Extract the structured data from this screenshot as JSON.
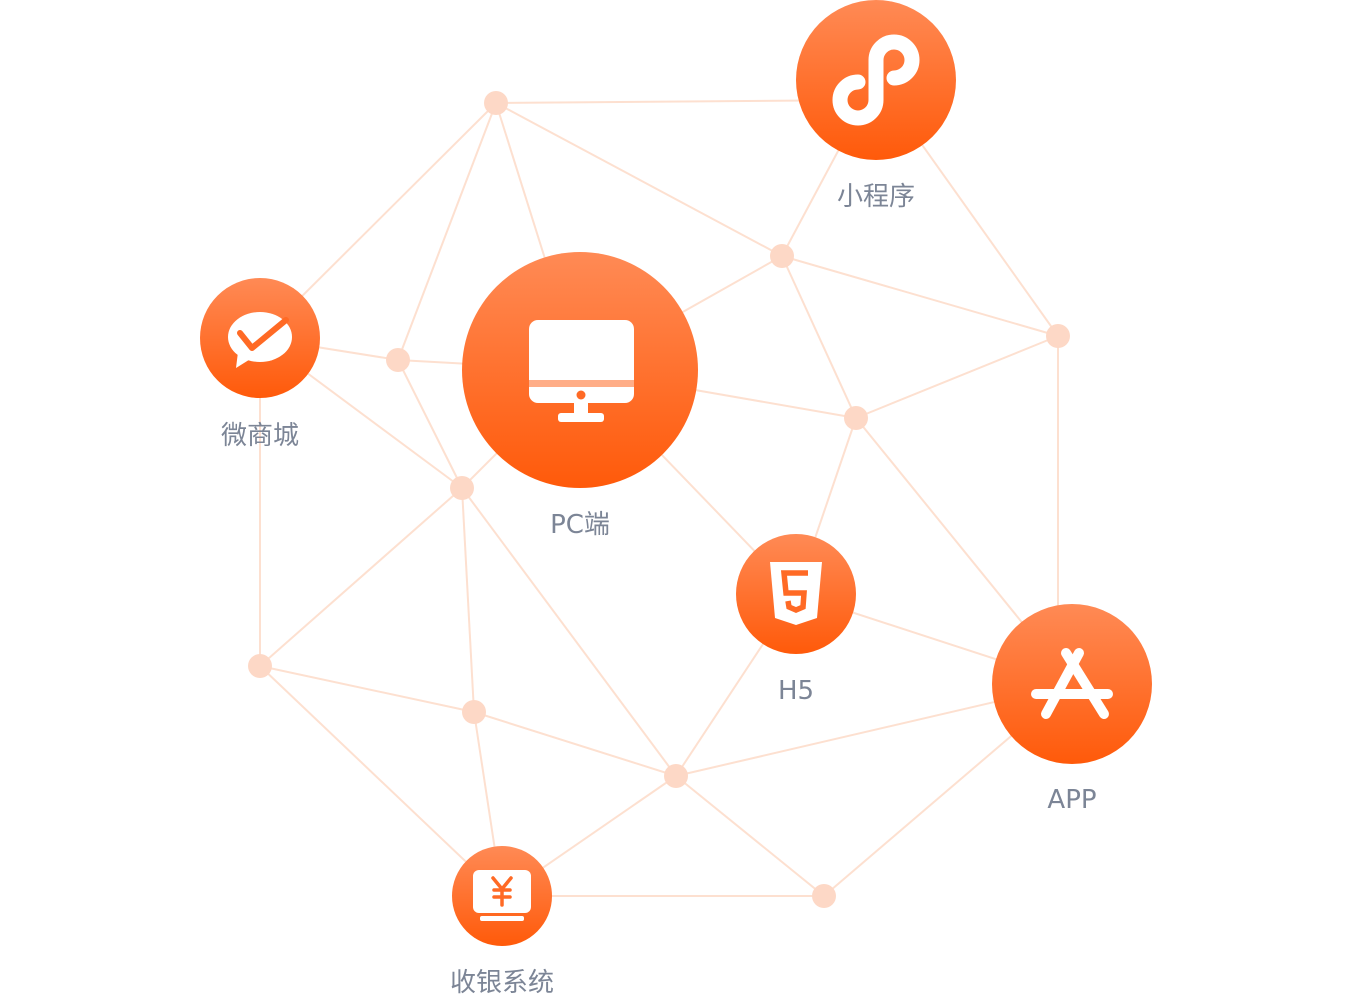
{
  "colors": {
    "accent_top": "#ff8a55",
    "accent_bottom": "#ff5a0a",
    "edge": "#fde0d0",
    "dot": "#fdd8c6",
    "label": "#7c8596"
  },
  "hubs": [
    {
      "id": "miniprogram",
      "label": "小程序",
      "icon": "miniprogram-icon"
    },
    {
      "id": "wechat-mall",
      "label": "微商城",
      "icon": "wechat-chat-icon"
    },
    {
      "id": "pc",
      "label": "PC端",
      "icon": "monitor-icon"
    },
    {
      "id": "h5",
      "label": "H5",
      "icon": "html5-icon"
    },
    {
      "id": "app",
      "label": "APP",
      "icon": "app-store-icon"
    },
    {
      "id": "pos",
      "label": "收银系统",
      "icon": "cashier-yen-icon"
    }
  ]
}
